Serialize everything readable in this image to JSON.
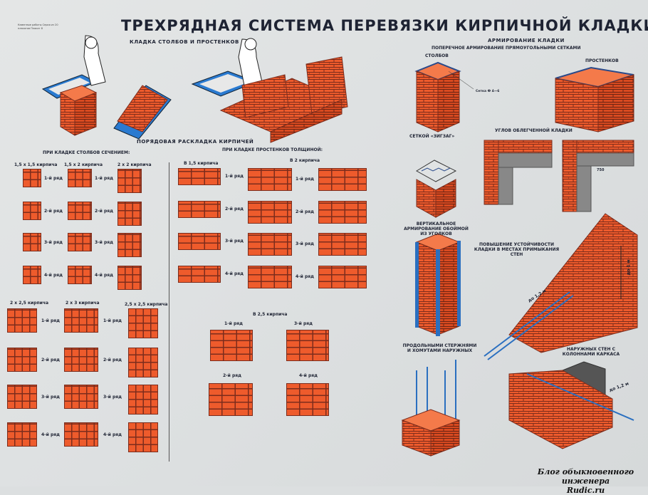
{
  "poster": {
    "title": "ТРЕХРЯДНАЯ СИСТЕМА ПЕРЕВЯЗКИ КИРПИЧНОЙ КЛАДКИ",
    "series_note": "Каменные работы\nСерия из 20 плакатов\nПлакат 8",
    "left": {
      "section_title": "КЛАДКА СТОЛБОВ И ПРОСТЕНКОВ",
      "layout_title": "ПОРЯДОВАЯ РАСКЛАДКА КИРПИЧЕЙ",
      "columns_title": "ПРИ КЛАДКЕ СТОЛБОВ СЕЧЕНИЕМ:",
      "walls_title": "ПРИ КЛАДКЕ ПРОСТЕНКОВ ТОЛЩИНОЙ:",
      "column_sizes_top": [
        "1,5 х 1,5 кирпича",
        "1,5 х 2 кирпича",
        "2 х 2 кирпича"
      ],
      "column_sizes_bottom": [
        "2 х 2,5 кирпича",
        "2 х 3 кирпича",
        "2,5 х 2,5 кирпича"
      ],
      "wall_sizes": [
        "В 1,5 кирпича",
        "В 2 кирпича",
        "В 2,5 кирпича"
      ],
      "rows": [
        "1-й ряд",
        "2-й ряд",
        "3-й ряд",
        "4-й ряд"
      ]
    },
    "right": {
      "reinforcement_title": "АРМИРОВАНИЕ КЛАДКИ",
      "transverse_title": "ПОПЕРЕЧНОЕ АРМИРОВАНИЕ ПРЯМОУГОЛЬНЫМИ СЕТКАМИ",
      "columns_label": "СТОЛБОВ",
      "walls_label": "ПРОСТЕНКОВ",
      "mesh_label": "Сетка Ф 4—6",
      "zigzag_label": "СЕТКОЙ «ЗИГЗАГ»",
      "corners_label": "УГЛОВ ОБЛЕГЧЕННОЙ КЛАДКИ",
      "dim_750": "750",
      "vertical_label": "ВЕРТИКАЛЬНОЕ АРМИРОВАНИЕ ОБОЙМОЙ ИЗ УГОЛКОВ",
      "stability_label": "ПОВЫШЕНИЕ УСТОЙЧИВОСТИ КЛАДКИ В МЕСТАХ ПРИМЫКАНИЯ СТЕН",
      "up_to_1_2m": "до 1,2 м",
      "up_to_1m": "до 1 м",
      "rods_label": "ПРОДОЛЬНЫМИ СТЕРЖНЯМИ И ХОМУТАМИ НАРУЖНЫХ",
      "frame_label": "НАРУЖНЫХ СТЕН С КОЛОННАМИ КАРКАСА"
    },
    "watermark": {
      "line1": "Блог обыкновенного инженера",
      "line2": "Rudic.ru"
    },
    "colors": {
      "brick": "#ee5b2c",
      "mortar": "#7c2c1c",
      "steel": "#2a6fc0",
      "text": "#1e2333",
      "paper": "#e0e3e3"
    }
  }
}
